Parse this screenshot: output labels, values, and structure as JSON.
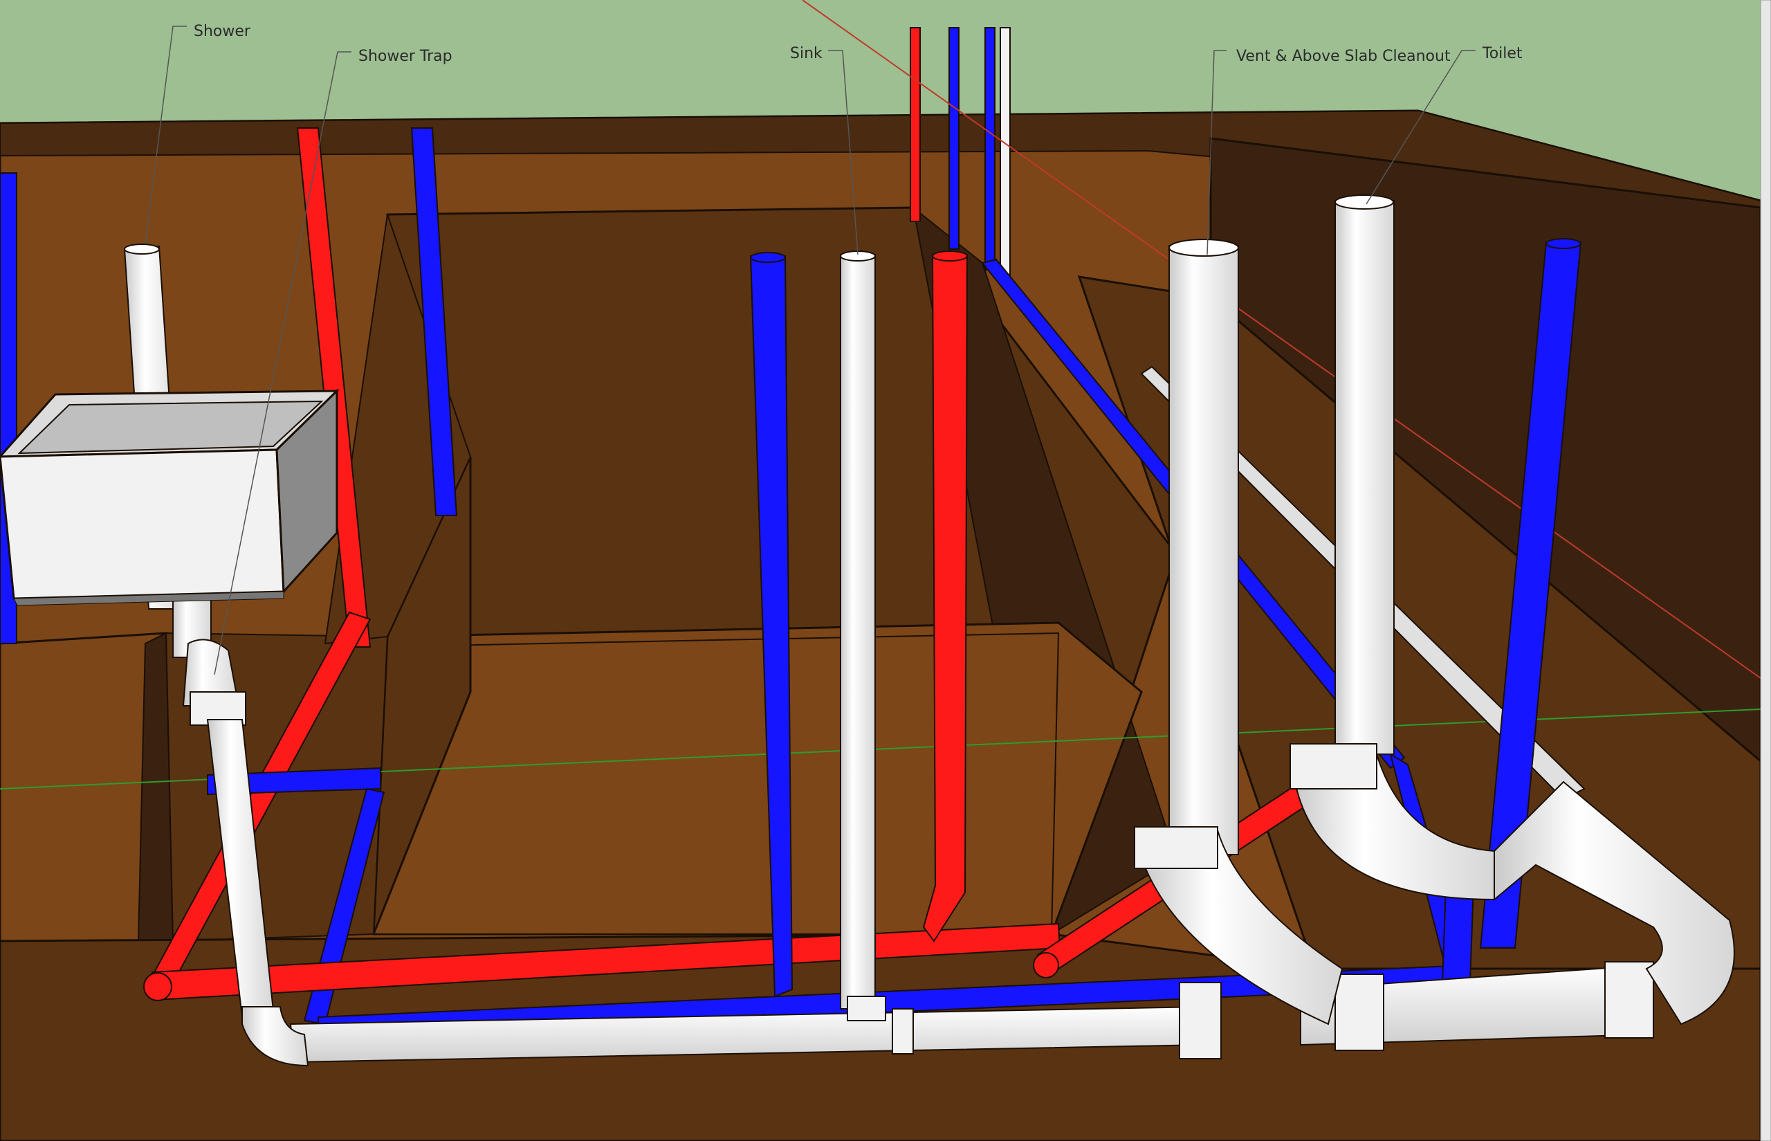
{
  "labels": {
    "shower": "Shower",
    "shower_trap": "Shower Trap",
    "sink": "Sink",
    "vent_cleanout": "Vent & Above Slab Cleanout",
    "toilet": "Toilet"
  },
  "colors": {
    "sky": "#9dbf92",
    "hot_water": "#ff1a1a",
    "cold_water": "#1515ff",
    "drain_pvc": "#f2f2f2",
    "soil_light": "#7c4618",
    "soil_mid": "#5a3312",
    "soil_dark": "#3b2210",
    "edge": "#1a0f05",
    "sketch_axis_red": "#c0392b",
    "sketch_axis_green": "#2e9b2e"
  }
}
